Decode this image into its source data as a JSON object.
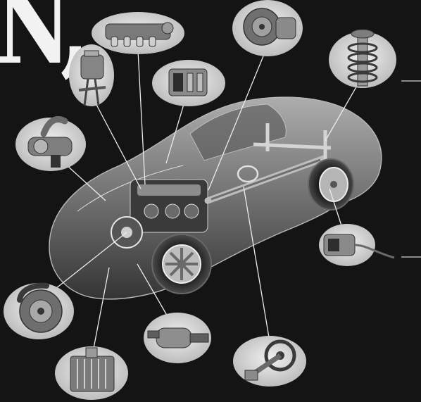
{
  "heading_fragment": "N,",
  "colors": {
    "background": "#141414",
    "car_body": "#9a9a9a",
    "callout_oval": "#d8d8d8",
    "leader_line": "#e6e6e6"
  },
  "components": [
    {
      "name": "intake-manifold",
      "icon": "intake-manifold-icon"
    },
    {
      "name": "alternator",
      "icon": "alternator-icon"
    },
    {
      "name": "ignition-coil-module",
      "icon": "ignition-module-icon"
    },
    {
      "name": "automatic-transmission",
      "icon": "transmission-icon"
    },
    {
      "name": "strut-spring-assembly",
      "icon": "coil-spring-icon"
    },
    {
      "name": "throttle-body",
      "icon": "throttle-body-icon"
    },
    {
      "name": "wheel-speed-sensor",
      "icon": "sensor-icon"
    },
    {
      "name": "brake-disc-caliper",
      "icon": "brake-disc-icon"
    },
    {
      "name": "radiator-heat-exchanger",
      "icon": "radiator-icon"
    },
    {
      "name": "exhaust-muffler",
      "icon": "muffler-icon"
    },
    {
      "name": "steering-wheel-column",
      "icon": "steering-wheel-icon"
    }
  ]
}
